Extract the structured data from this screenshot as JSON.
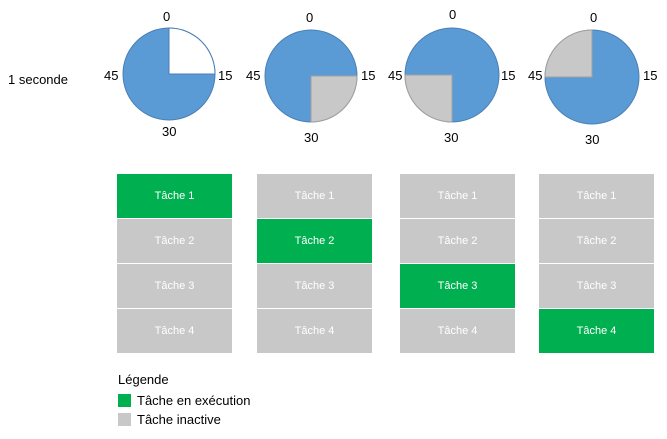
{
  "row_label": "1 seconde",
  "clock_labels": {
    "top": "0",
    "right": "15",
    "bottom": "30",
    "left": "45"
  },
  "colors": {
    "pie_fill": "#5b9bd5",
    "pie_stroke": "#4a7fb5",
    "slice_inactive": "#c8c8c8",
    "task_running": "#00b050",
    "task_inactive": "#c8c8c8",
    "slice_white": "#ffffff"
  },
  "clocks": [
    {
      "highlight_quarter": "0-15",
      "highlight_color": "white"
    },
    {
      "highlight_quarter": "15-30",
      "highlight_color": "gray"
    },
    {
      "highlight_quarter": "30-45",
      "highlight_color": "gray"
    },
    {
      "highlight_quarter": "45-60",
      "highlight_color": "gray"
    }
  ],
  "tasks": [
    "Tâche 1",
    "Tâche 2",
    "Tâche 3",
    "Tâche 4"
  ],
  "running_task_per_column": [
    1,
    2,
    3,
    4
  ],
  "legend": {
    "title": "Légende",
    "running": "Tâche en exécution",
    "inactive": "Tâche inactive"
  }
}
